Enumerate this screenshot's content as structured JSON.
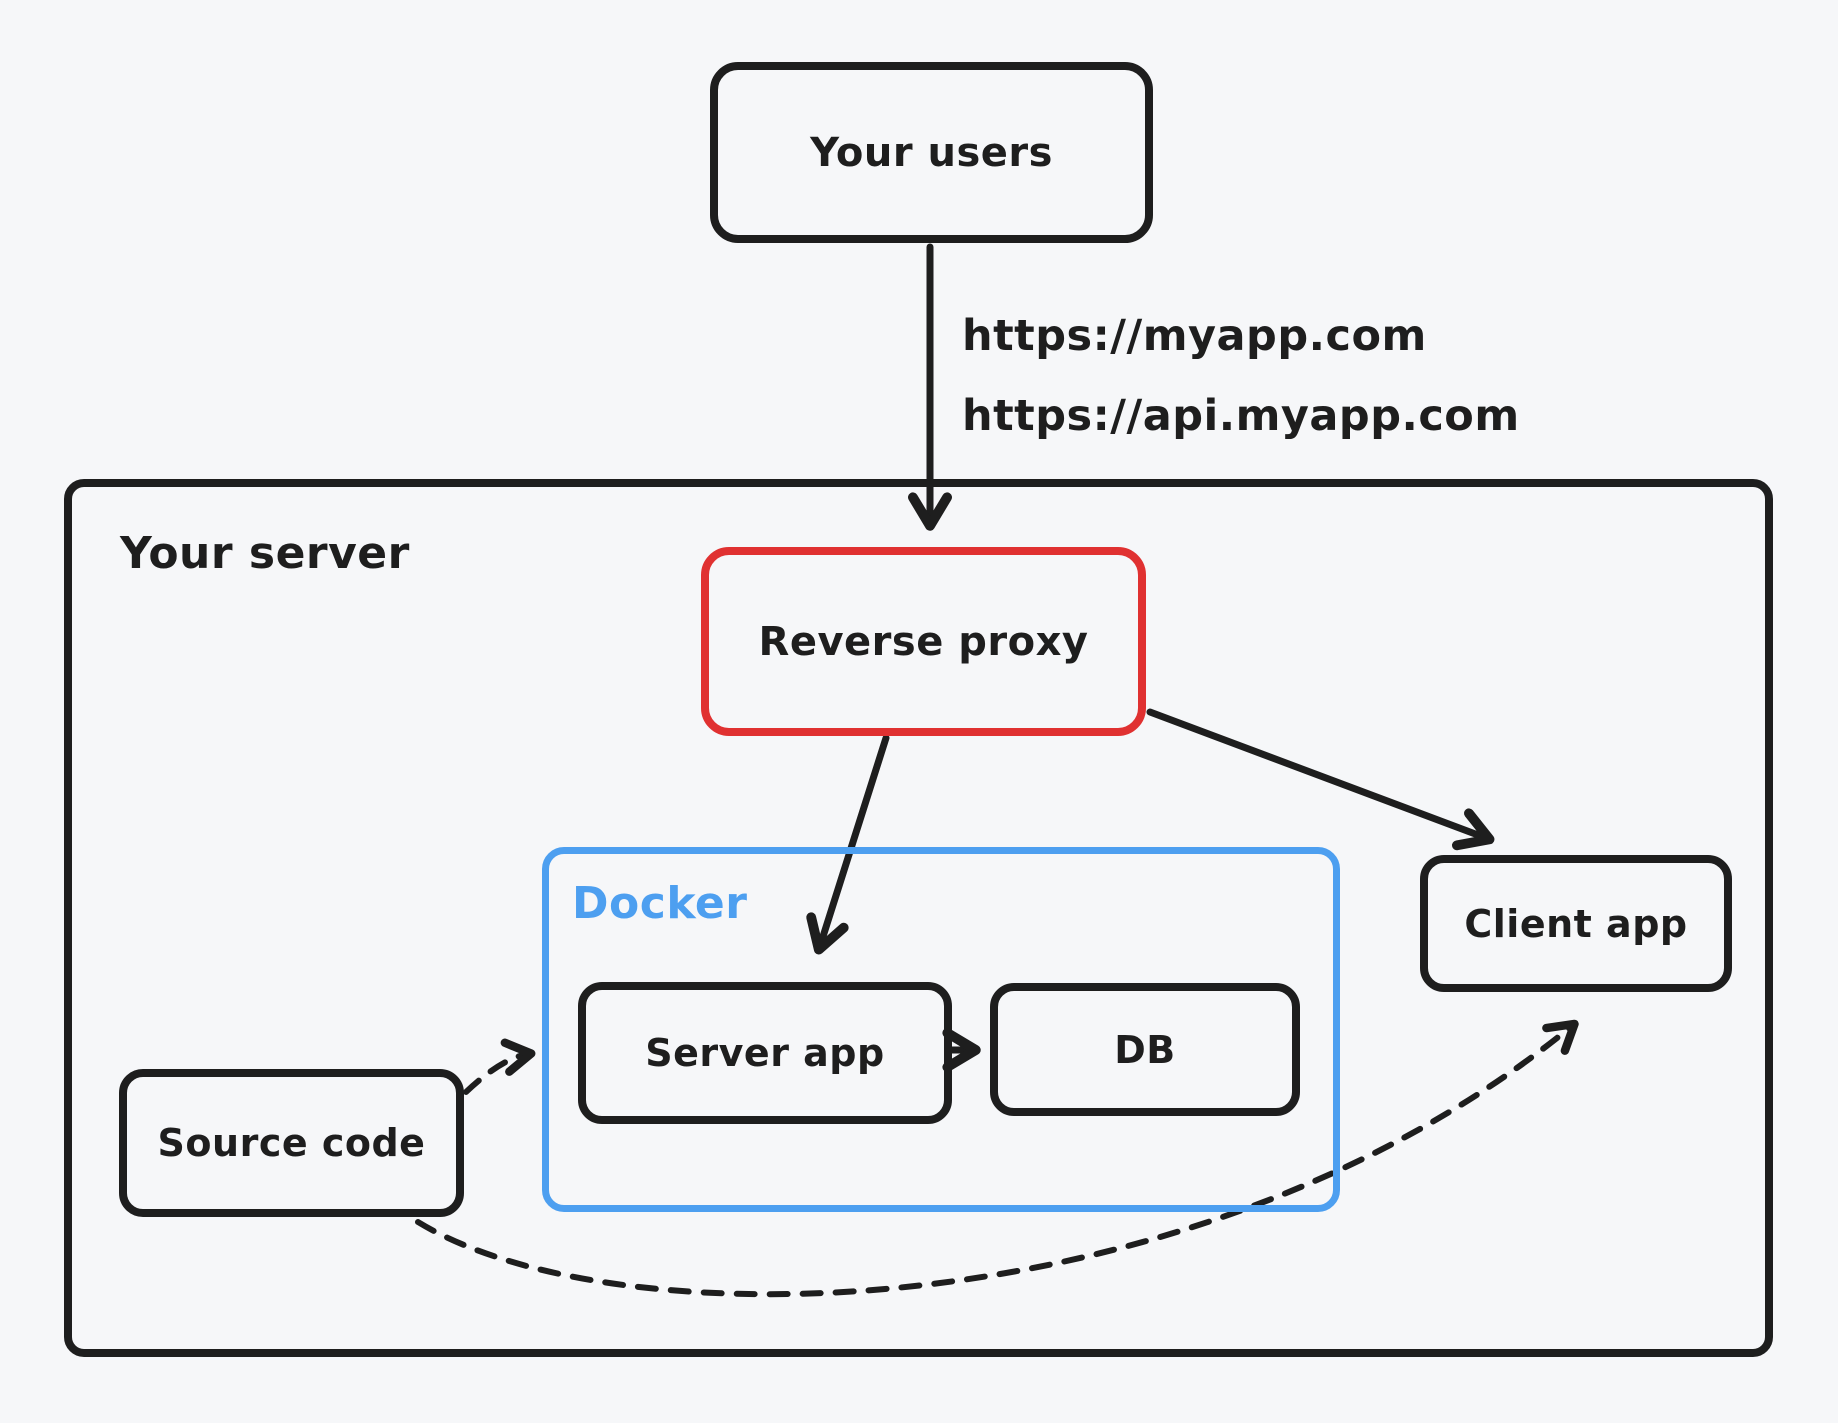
{
  "diagram": {
    "type": "architecture-sketch",
    "background": "#f6f7f9",
    "colors": {
      "stroke": "#1e1e1e",
      "reverse_proxy_accent": "#e03131",
      "docker_accent": "#4d9ff0"
    },
    "nodes": {
      "your_users": {
        "label": "Your users"
      },
      "your_server": {
        "label": "Your server"
      },
      "reverse_proxy": {
        "label": "Reverse proxy"
      },
      "docker": {
        "label": "Docker"
      },
      "server_app": {
        "label": "Server app"
      },
      "db": {
        "label": "DB"
      },
      "client_app": {
        "label": "Client app"
      },
      "source_code": {
        "label": "Source code"
      }
    },
    "request_urls": {
      "line1": "https://myapp.com",
      "line2": "https://api.myapp.com"
    },
    "edges": [
      {
        "id": "users-to-proxy",
        "from": "Your users",
        "to": "Reverse proxy",
        "style": "solid",
        "label": "https://myapp.com, https://api.myapp.com"
      },
      {
        "id": "proxy-to-server-app",
        "from": "Reverse proxy",
        "to": "Server app",
        "style": "solid",
        "label": ""
      },
      {
        "id": "proxy-to-client-app",
        "from": "Reverse proxy",
        "to": "Client app",
        "style": "solid",
        "label": ""
      },
      {
        "id": "server-app-to-db",
        "from": "Server app",
        "to": "DB",
        "style": "solid",
        "label": ""
      },
      {
        "id": "source-to-server-app",
        "from": "Source code",
        "to": "Server app",
        "style": "dashed",
        "label": ""
      },
      {
        "id": "source-to-client-app",
        "from": "Source code",
        "to": "Client app",
        "style": "dashed",
        "label": ""
      }
    ]
  }
}
